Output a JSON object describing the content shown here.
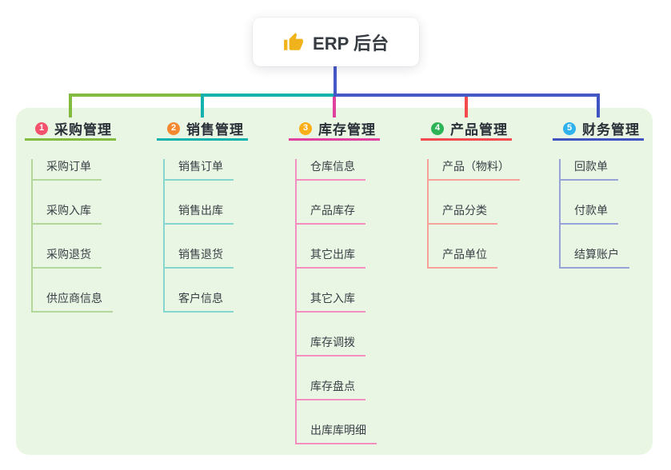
{
  "root": {
    "label": "ERP 后台",
    "icon": "thumbs-up-icon"
  },
  "colors": {
    "canvas_bg": "#ffffff",
    "panel_bg": "#e9f6e4",
    "root_text": "#363b42",
    "title_text": "#2b3038",
    "item_text": "#3a3f46",
    "thumb_icon": "#f1b31c",
    "stem_blue": "#4558c8",
    "bus_left_green": "#82bb40",
    "bus_mid_teal": "#13b2ad",
    "bus_right_blue": "#4558c8"
  },
  "branches": [
    {
      "order": "1",
      "label": "采购管理",
      "badge_color": "#f4516c",
      "line_color": "#82bb40",
      "child_line_color": "#b2d89b",
      "children": [
        "采购订单",
        "采购入库",
        "采购退货",
        "供应商信息"
      ]
    },
    {
      "order": "2",
      "label": "销售管理",
      "badge_color": "#f6882f",
      "line_color": "#13b2ad",
      "child_line_color": "#86d6d0",
      "children": [
        "销售订单",
        "销售出库",
        "销售退货",
        "客户信息"
      ]
    },
    {
      "order": "3",
      "label": "库存管理",
      "badge_color": "#fbae17",
      "line_color": "#e0419e",
      "child_line_color": "#f28fc0",
      "children": [
        "仓库信息",
        "产品库存",
        "其它出库",
        "其它入库",
        "库存调拨",
        "库存盘点",
        "出库库明细"
      ]
    },
    {
      "order": "4",
      "label": "产品管理",
      "badge_color": "#2db456",
      "line_color": "#f24a4d",
      "child_line_color": "#f6a19c",
      "children": [
        "产品（物料）",
        "产品分类",
        "产品单位"
      ]
    },
    {
      "order": "5",
      "label": "财务管理",
      "badge_color": "#2fb1ed",
      "line_color": "#3f53c1",
      "child_line_color": "#97a3d8",
      "children": [
        "回款单",
        "付款单",
        "结算账户"
      ]
    }
  ]
}
